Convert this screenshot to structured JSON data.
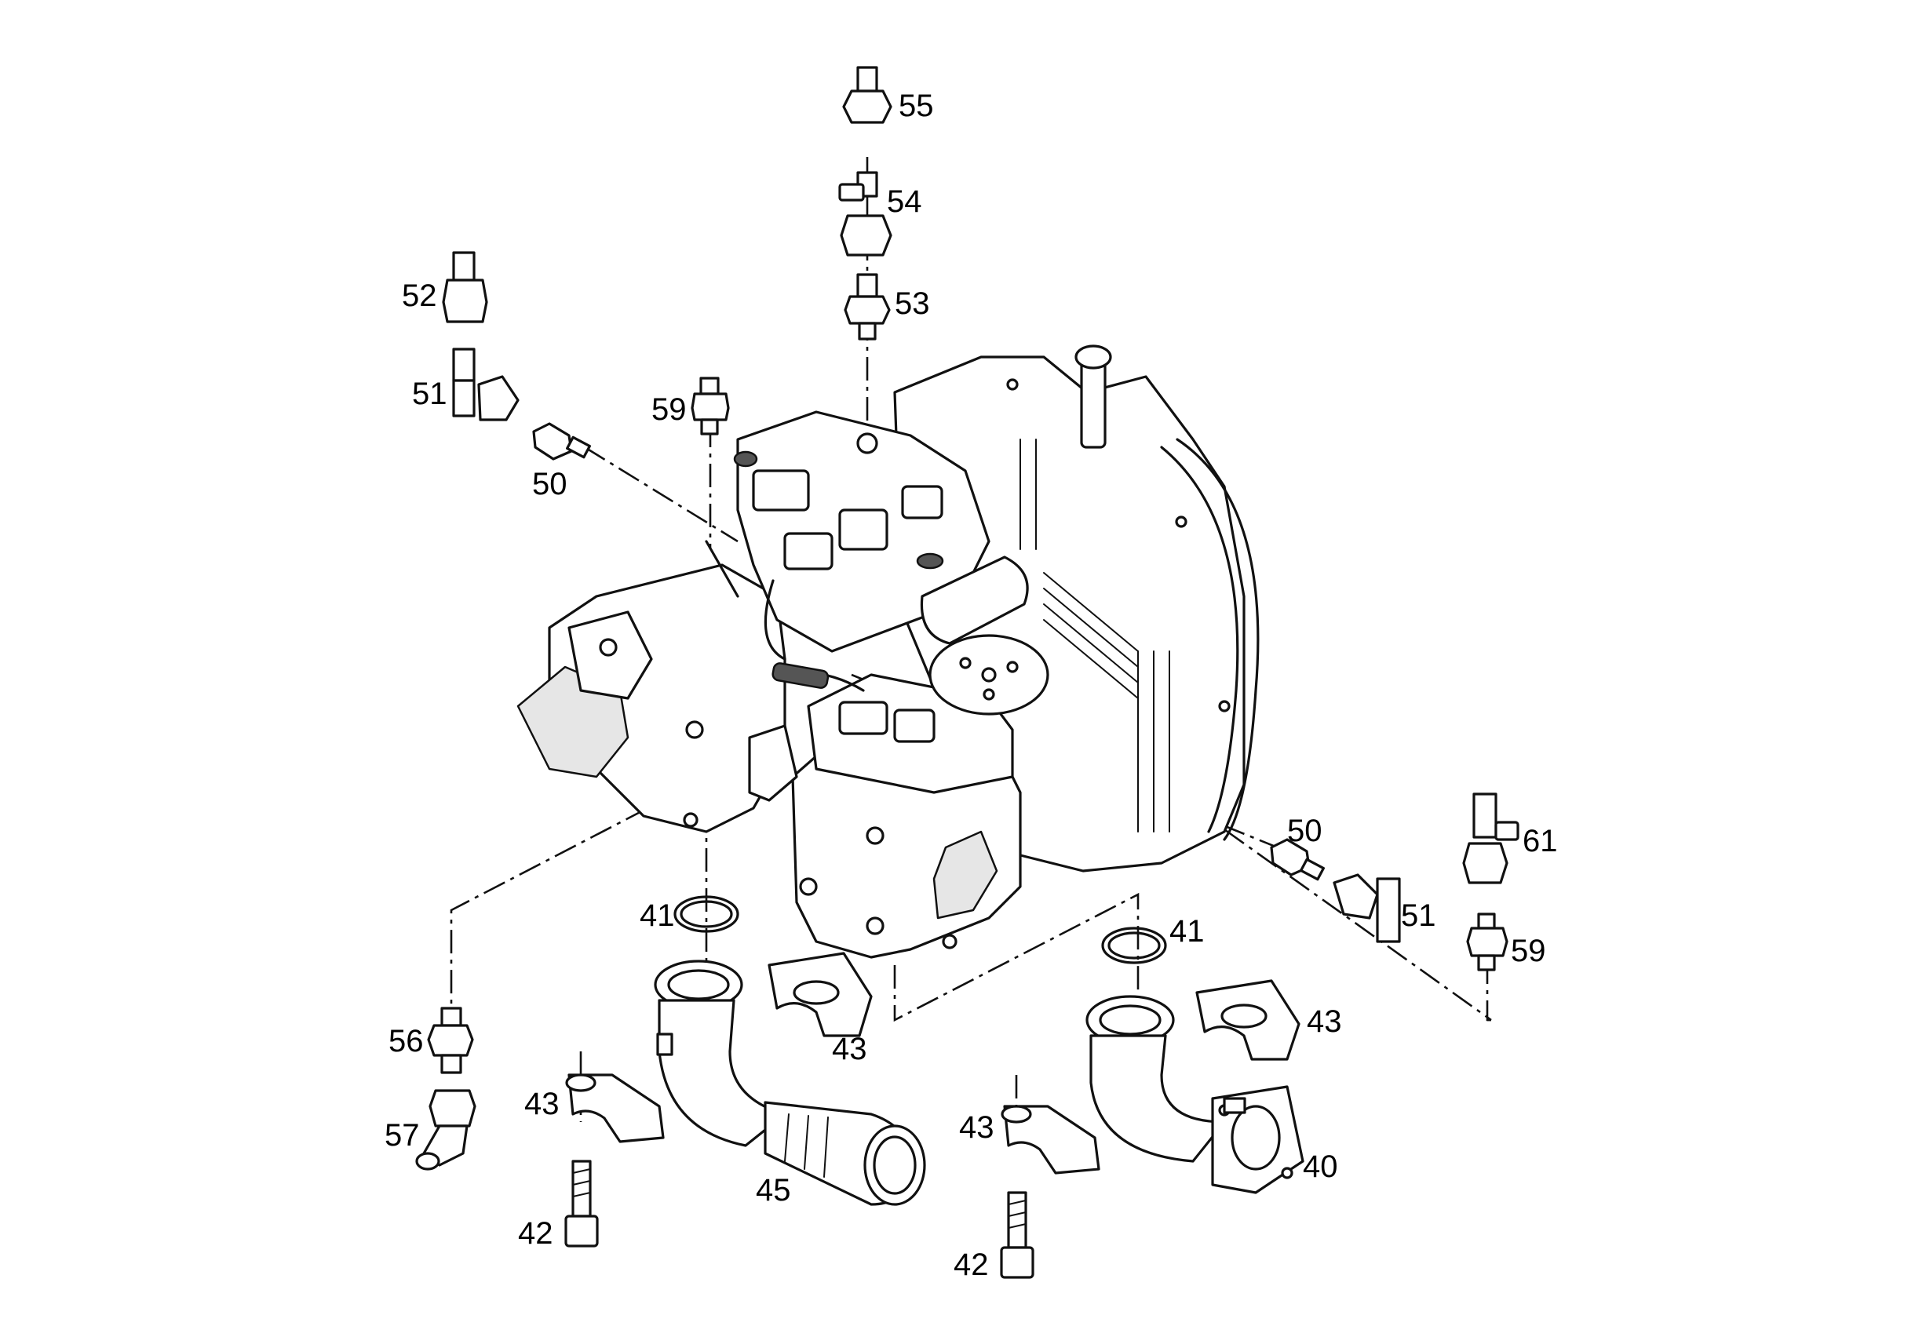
{
  "figure": {
    "callouts": [
      "55",
      "54",
      "53",
      "52",
      "51",
      "59",
      "50",
      "41",
      "43",
      "45",
      "42",
      "56",
      "57",
      "40",
      "61"
    ],
    "labels": {
      "p55": "55",
      "p54": "54",
      "p53": "53",
      "p52": "52",
      "p51_left": "51",
      "p59_left": "59",
      "p50_left": "50",
      "p50_right": "50",
      "p51_right": "51",
      "p61": "61",
      "p59_right": "59",
      "p41_left": "41",
      "p41_right": "41",
      "p43_a": "43",
      "p43_b": "43",
      "p43_c": "43",
      "p43_d": "43",
      "p45": "45",
      "p40": "40",
      "p42_left": "42",
      "p42_right": "42",
      "p56": "56",
      "p57": "57"
    }
  }
}
